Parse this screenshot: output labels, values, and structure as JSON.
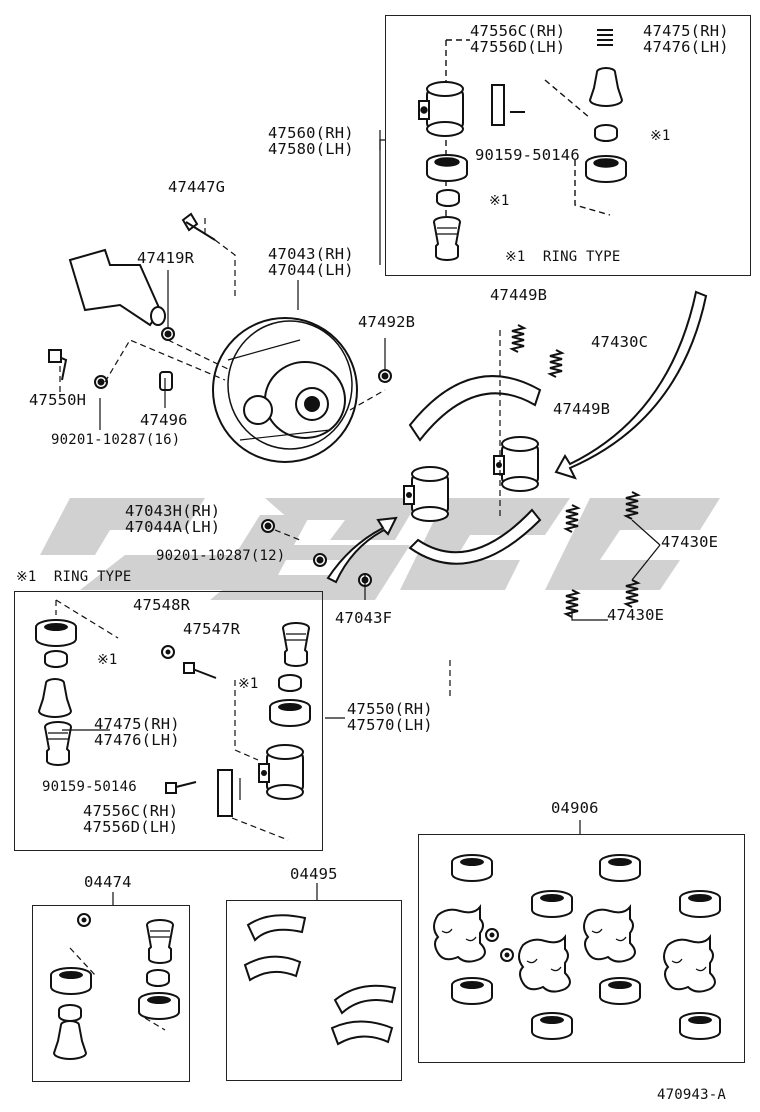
{
  "labels": {
    "l47556c": "47556C(RH)",
    "l47556d": "47556D(LH)",
    "l47475t": "47475(RH)",
    "l47476t": "47476(LH)",
    "l47560": "47560(RH)",
    "l47580": "47580(LH)",
    "l90159t": "90159-50146",
    "mark1a": "※1",
    "mark1b": "※1",
    "ringTop": "※1  RING TYPE",
    "l47447g": "47447G",
    "l47419r": "47419R",
    "l47043": "47043(RH)",
    "l47044": "47044(LH)",
    "l47492b": "47492B",
    "l47449b1": "47449B",
    "l47430c": "47430C",
    "l47449b2": "47449B",
    "l47550h": "47550H",
    "l47496": "47496",
    "l90201a": "90201-10287(16)",
    "l47043h": "47043H(RH)",
    "l47044a": "47044A(LH)",
    "l90201b": "90201-10287(12)",
    "l47430e1": "47430E",
    "l47430e2": "47430E",
    "l47043f": "47043F",
    "ringBot": "※1  RING TYPE",
    "l47548r": "47548R",
    "l47547r": "47547R",
    "mark1c": "※1",
    "mark1d": "※1",
    "l47550": "47550(RH)",
    "l47570": "47570(LH)",
    "l47475b": "47475(RH)",
    "l47476b": "47476(LH)",
    "l90159b": "90159-50146",
    "l47556cb": "47556C(RH)",
    "l47556db": "47556D(LH)",
    "l04906": "04906",
    "l04474": "04474",
    "l04495": "04495",
    "figno": "470943-A"
  },
  "icons": {
    "watermark": "watermark-logo",
    "backing_plate": "backing-plate-icon",
    "brake_shoe": "brake-shoe-icon",
    "wheel_cylinder": "wheel-cylinder-icon",
    "spring": "spring-icon",
    "bolt": "bolt-icon",
    "nut": "nut-icon",
    "cup": "piston-cup-icon",
    "boot": "boot-icon"
  },
  "colors": {
    "line": "#1a1a1a",
    "watermark": "#c8c8c8"
  }
}
